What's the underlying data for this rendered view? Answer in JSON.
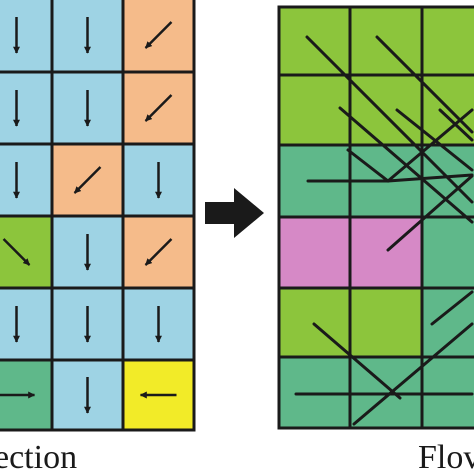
{
  "colors": {
    "blue": "#9ed3e4",
    "orange": "#f5bb8a",
    "green": "#8cc53c",
    "teal": "#5fb88a",
    "yellow": "#f2eb28",
    "pink": "#d689c6",
    "grid_line": "#1a1a1a",
    "arrow": "#1a1a1a"
  },
  "direction_grid": {
    "caption": "ection",
    "rows": [
      [
        {
          "color": "blue",
          "dir": "S"
        },
        {
          "color": "blue",
          "dir": "S"
        },
        {
          "color": "orange",
          "dir": "SW"
        }
      ],
      [
        {
          "color": "blue",
          "dir": "S"
        },
        {
          "color": "blue",
          "dir": "S"
        },
        {
          "color": "orange",
          "dir": "SW"
        }
      ],
      [
        {
          "color": "blue",
          "dir": "S"
        },
        {
          "color": "orange",
          "dir": "SW"
        },
        {
          "color": "blue",
          "dir": "S"
        }
      ],
      [
        {
          "color": "green",
          "dir": "SE"
        },
        {
          "color": "blue",
          "dir": "S"
        },
        {
          "color": "orange",
          "dir": "SW"
        }
      ],
      [
        {
          "color": "blue",
          "dir": "S"
        },
        {
          "color": "blue",
          "dir": "S"
        },
        {
          "color": "blue",
          "dir": "S"
        }
      ],
      [
        {
          "color": "teal",
          "dir": "E"
        },
        {
          "color": "blue",
          "dir": "S"
        },
        {
          "color": "yellow",
          "dir": "W"
        }
      ]
    ]
  },
  "transition_arrow": {
    "icon": "right-arrow-icon"
  },
  "flow_grid": {
    "caption": "Flov",
    "rows": [
      [
        "green",
        "green",
        "green"
      ],
      [
        "green",
        "green",
        "green"
      ],
      [
        "teal",
        "teal",
        "teal"
      ],
      [
        "pink",
        "pink",
        "teal"
      ],
      [
        "green",
        "green",
        "teal"
      ],
      [
        "teal",
        "teal",
        "teal"
      ]
    ]
  }
}
